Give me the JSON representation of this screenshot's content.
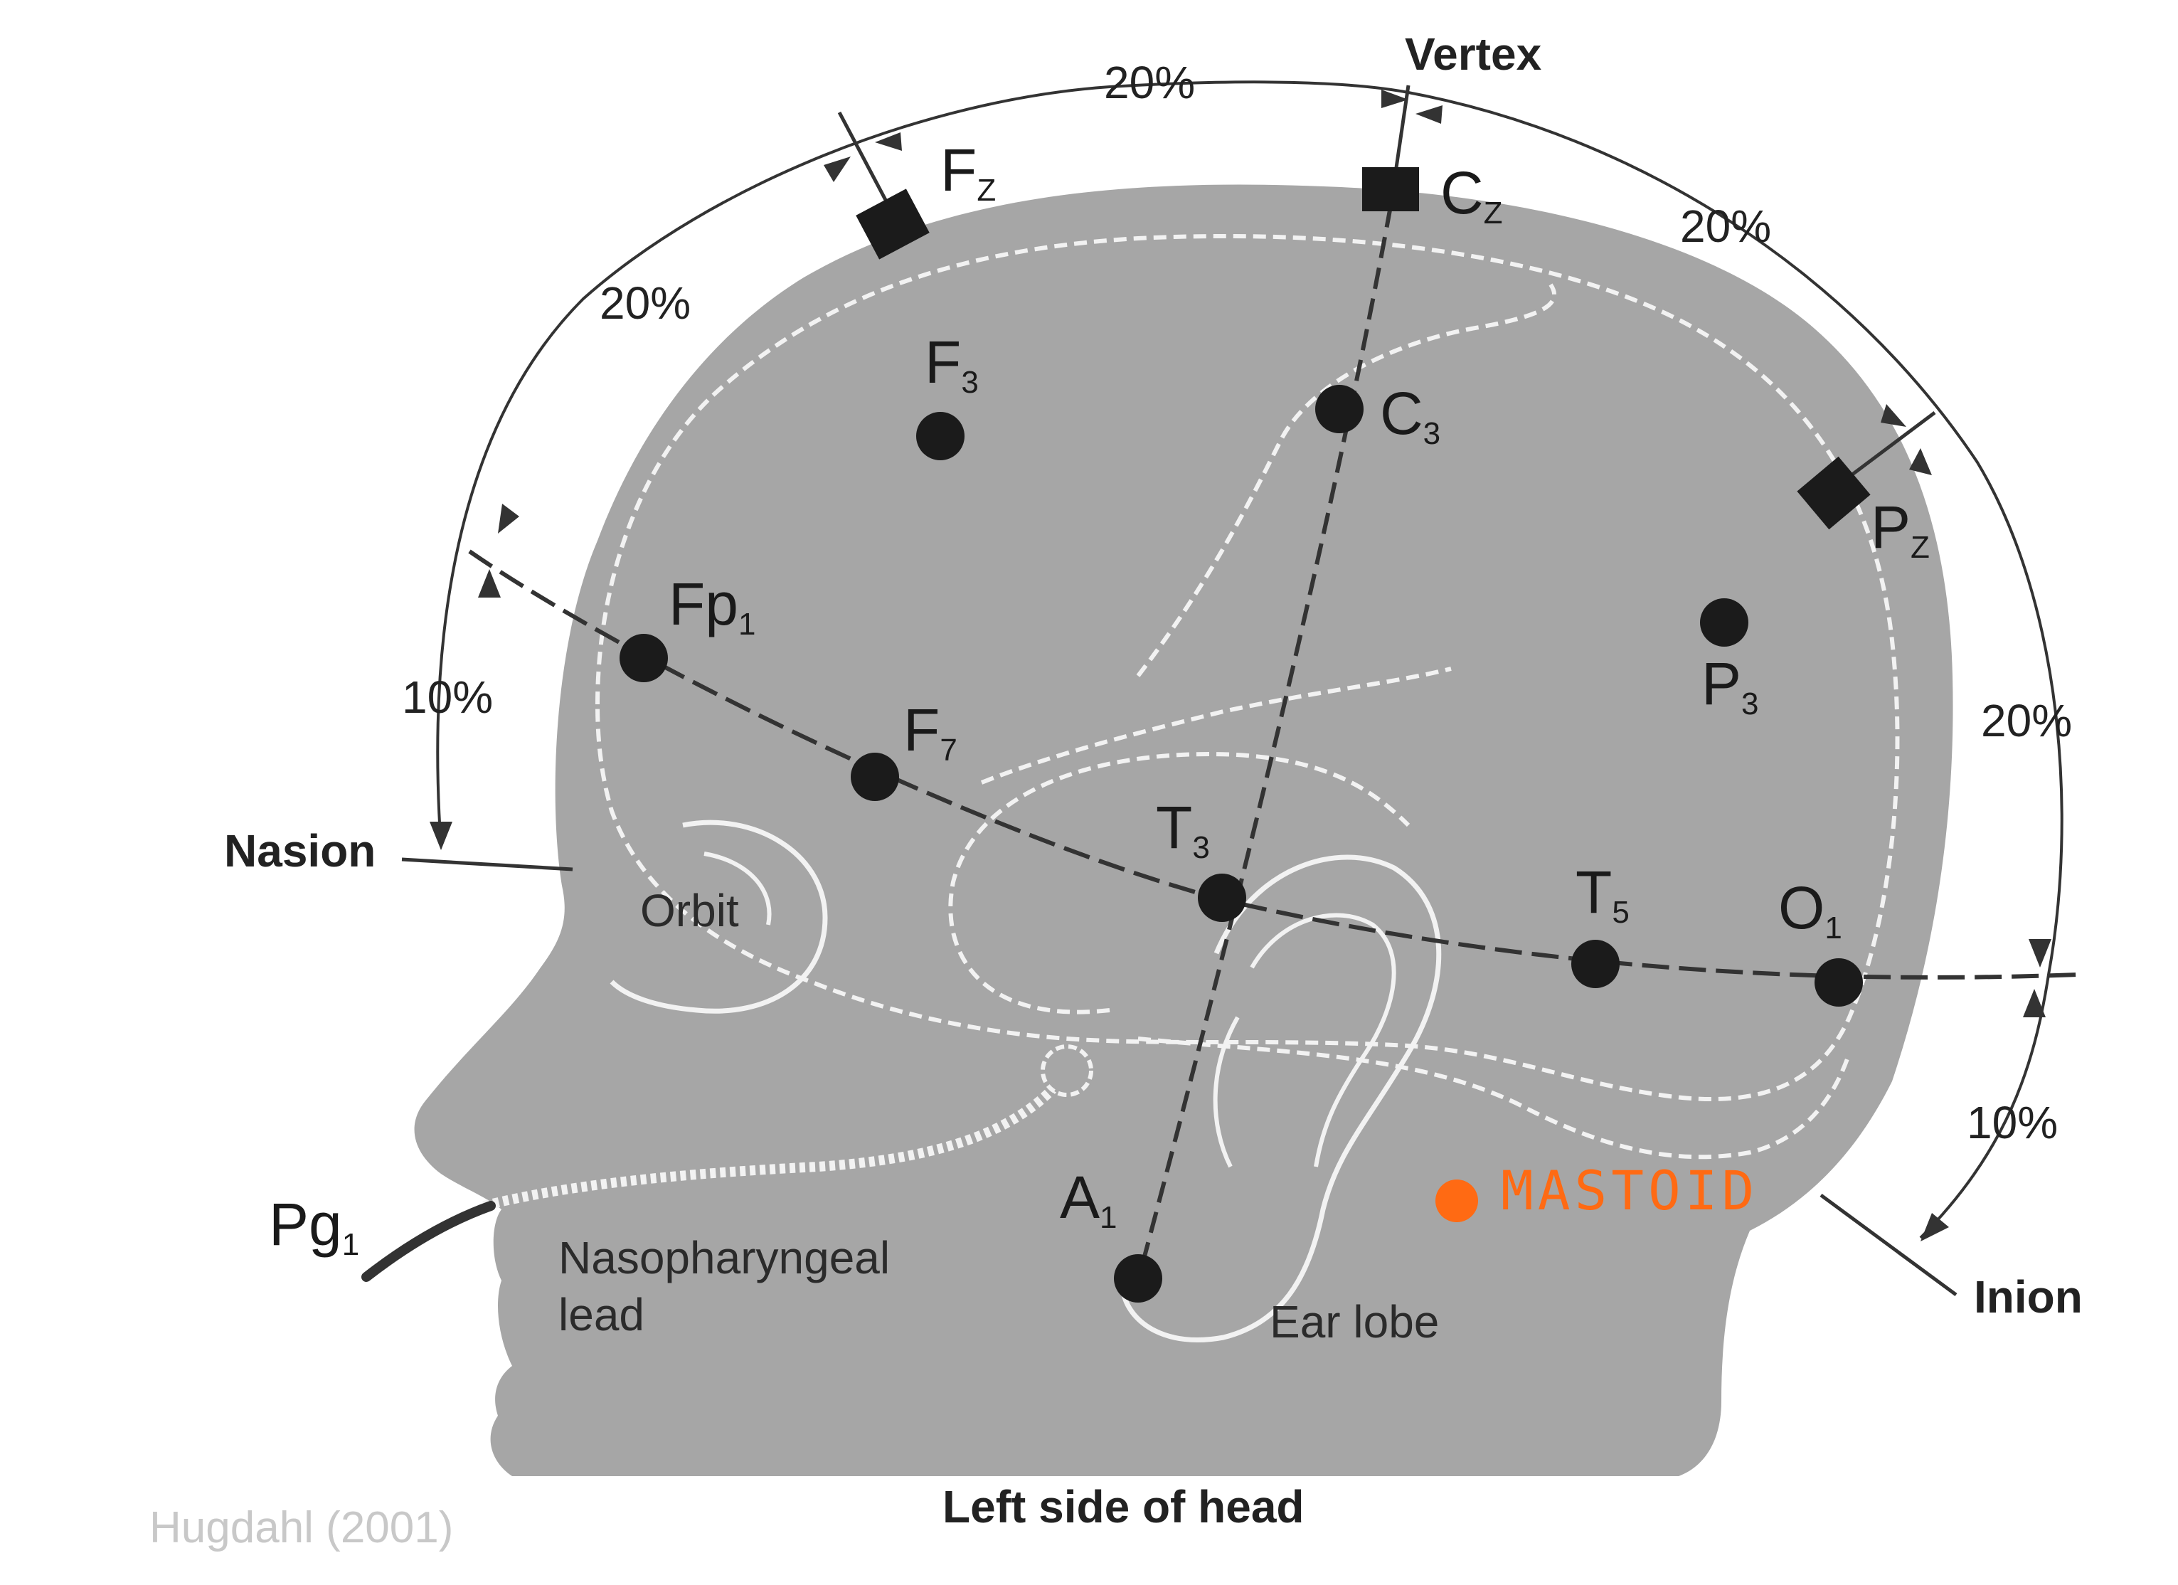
{
  "labels": {
    "vertex": "Vertex",
    "nasion": "Nasion",
    "inion": "Inion",
    "orbit": "Orbit",
    "nasopharyngeal_line1": "Nasopharyngeal",
    "nasopharyngeal_line2": "lead",
    "ear_lobe": "Ear lobe",
    "caption": "Left side of head",
    "credit": "Hugdahl (2001)",
    "mastoid": "MASTOID"
  },
  "percentages": {
    "top_fz_cz": "20%",
    "left_upper": "20%",
    "left_lower": "10%",
    "right_upper": "20%",
    "right_middle": "20%",
    "right_lower": "10%"
  },
  "electrodes": {
    "fz": {
      "base": "F",
      "sub": "Z"
    },
    "cz": {
      "base": "C",
      "sub": "Z"
    },
    "pz": {
      "base": "P",
      "sub": "Z"
    },
    "f3": {
      "base": "F",
      "sub": "3"
    },
    "c3": {
      "base": "C",
      "sub": "3"
    },
    "p3": {
      "base": "P",
      "sub": "3"
    },
    "fp1": {
      "base": "Fp",
      "sub": "1"
    },
    "f7": {
      "base": "F",
      "sub": "7"
    },
    "t3": {
      "base": "T",
      "sub": "3"
    },
    "t5": {
      "base": "T",
      "sub": "5"
    },
    "o1": {
      "base": "O",
      "sub": "1"
    },
    "a1": {
      "base": "A",
      "sub": "1"
    },
    "pg1": {
      "base": "Pg",
      "sub": "1"
    }
  },
  "colors": {
    "head": "#a6a6a6",
    "electrode": "#1b1b1b",
    "white_lines": "#f2f2f2",
    "mastoid": "#ff6a13",
    "credit": "#c8c8c8"
  }
}
